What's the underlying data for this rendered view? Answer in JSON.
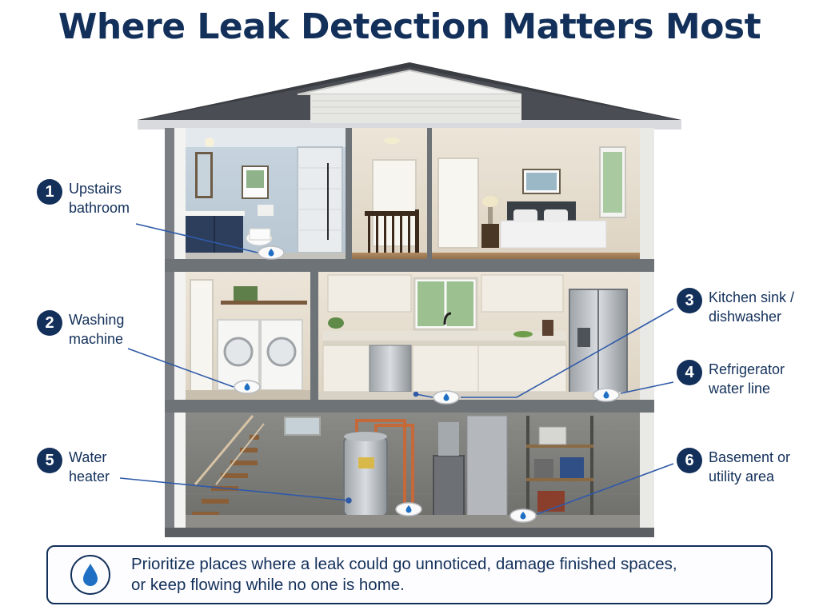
{
  "title": "Where Leak Detection Matters Most",
  "callouts": [
    {
      "number": "1",
      "label": "Upstairs\nbathroom"
    },
    {
      "number": "2",
      "label": "Washing\nmachine"
    },
    {
      "number": "3",
      "label": "Kitchen sink /\ndishwasher"
    },
    {
      "number": "4",
      "label": "Refrigerator\nwater line"
    },
    {
      "number": "5",
      "label": "Water\nheater"
    },
    {
      "number": "6",
      "label": "Basement or\nutility area"
    }
  ],
  "banner": {
    "text": "Prioritize places where a leak could go unnoticed, damage finished spaces,\nor keep flowing while no one is home.",
    "icon": "water-drop-icon"
  },
  "colors": {
    "navy": "#13305a",
    "drop_blue": "#1f6fc4",
    "leader_line": "#2f5aa8"
  }
}
